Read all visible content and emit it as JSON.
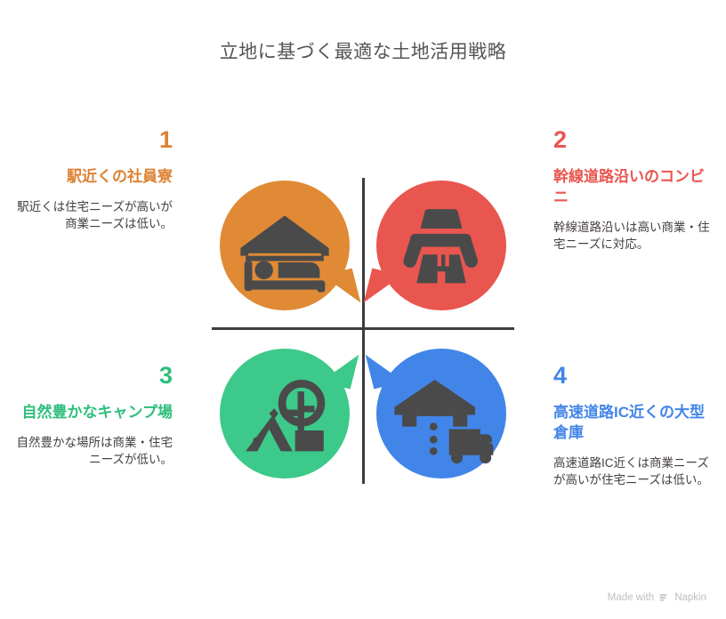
{
  "page": {
    "title": "立地に基づく最適な土地活用戦略"
  },
  "matrix": {
    "axis_color": "#3d3d3d",
    "quadrants": [
      {
        "number": "1",
        "heading": "駅近くの社員寮",
        "description": "駅近くは住宅ニーズが高いが商業ニーズは低い。",
        "color": "#DD8233",
        "bubble_color": "#E08A36",
        "icon": "dormitory-bed-house-icon",
        "position": "top-left",
        "tail": "bottom-right",
        "align": "right"
      },
      {
        "number": "2",
        "heading": "幹線道路沿いのコンビニ",
        "description": "幹線道路沿いは高い商業・住宅ニーズに対応。",
        "color": "#E9564F",
        "bubble_color": "#E9564F",
        "icon": "convenience-store-icon",
        "position": "top-right",
        "tail": "bottom-left",
        "align": "left"
      },
      {
        "number": "3",
        "heading": "自然豊かなキャンプ場",
        "description": "自然豊かな場所は商業・住宅ニーズが低い。",
        "color": "#2EBE7C",
        "bubble_color": "#3CC98A",
        "icon": "camping-tent-tree-icon",
        "position": "bottom-left",
        "tail": "top-right",
        "align": "right"
      },
      {
        "number": "4",
        "heading": "高速道路IC近くの大型倉庫",
        "description": "高速道路IC近くは商業ニーズが高いが住宅ニーズは低い。",
        "color": "#4285E8",
        "bubble_color": "#4285E8",
        "icon": "warehouse-truck-icon",
        "position": "bottom-right",
        "tail": "top-left",
        "align": "left"
      }
    ]
  },
  "footer": {
    "made_with": "Made with",
    "brand": "Napkin",
    "logo_icon": "napkin-chevrons-icon"
  }
}
